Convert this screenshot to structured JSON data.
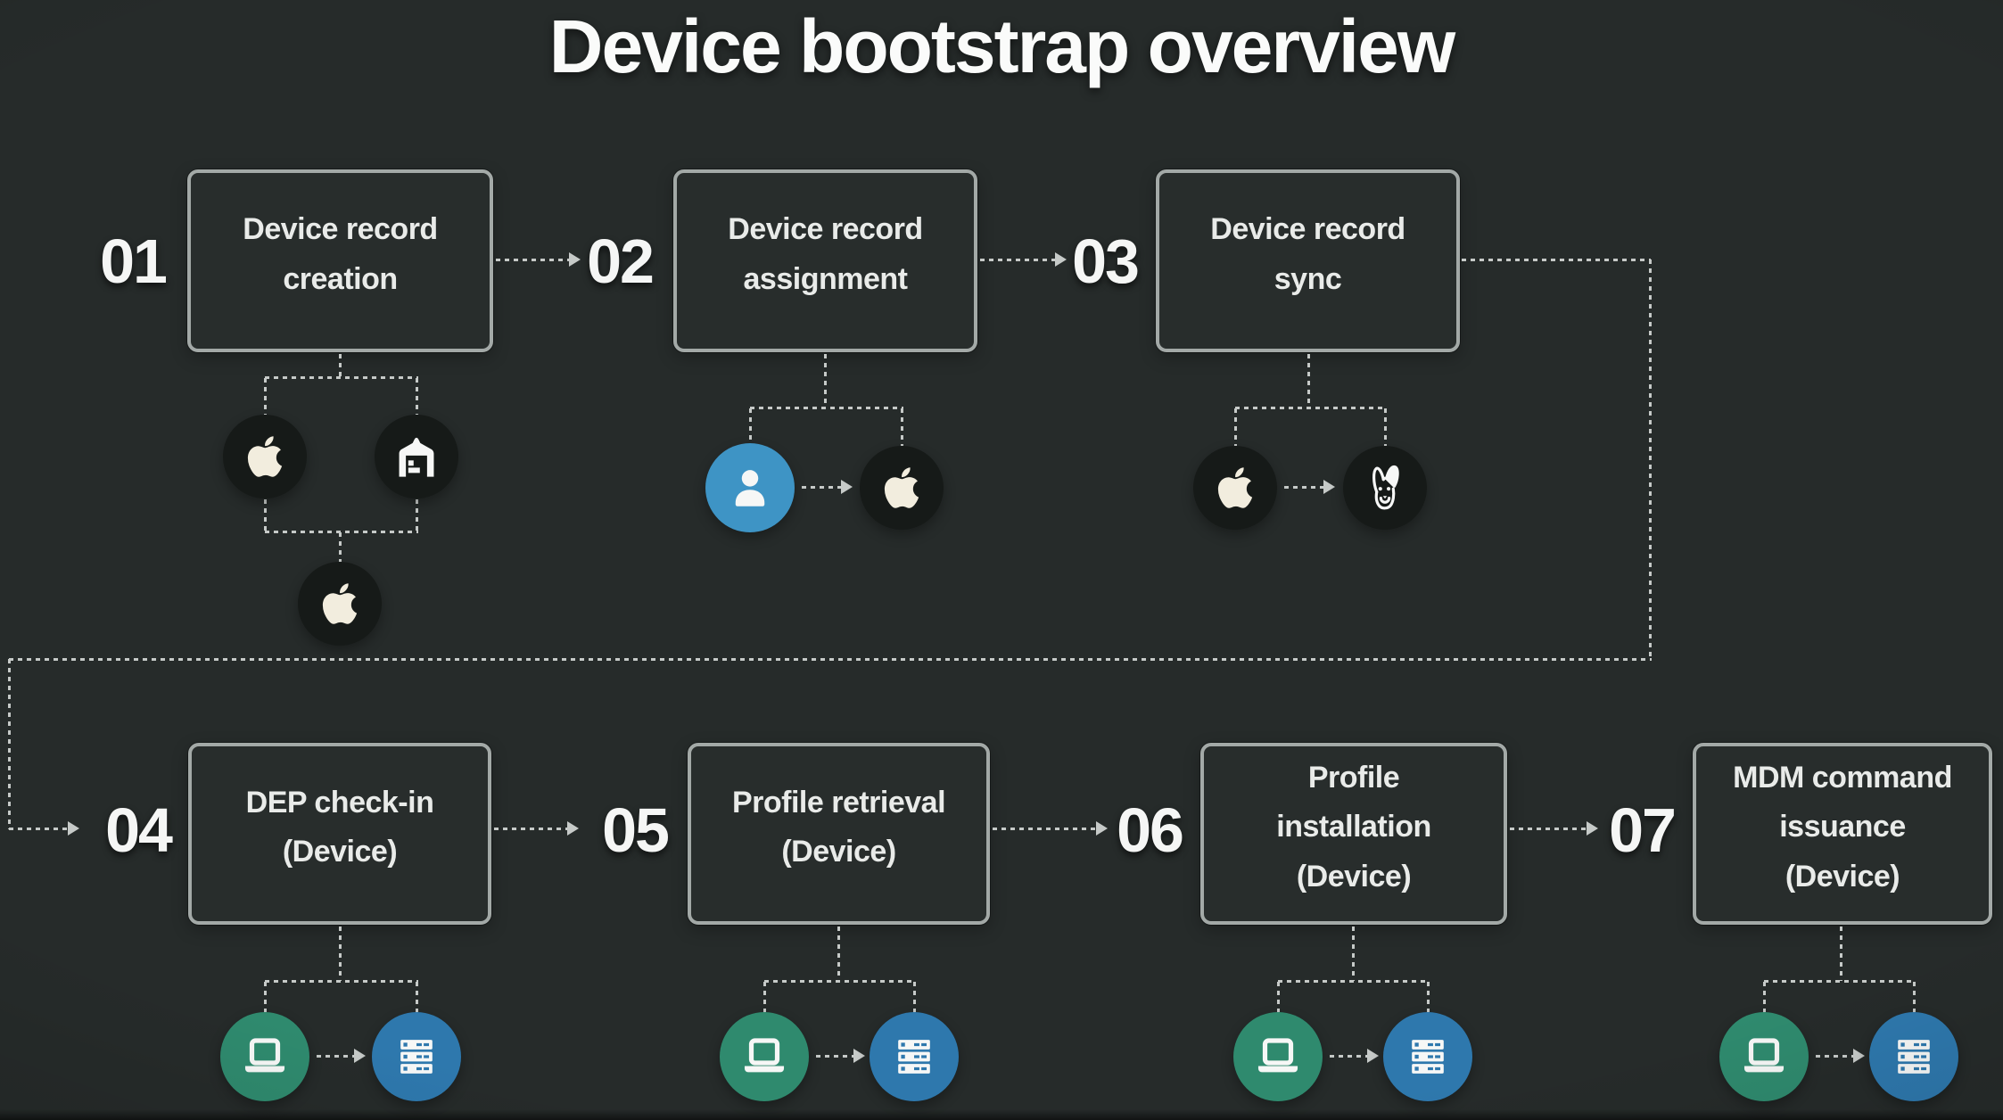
{
  "title": "Device bootstrap overview",
  "colors": {
    "background": "#262b2a",
    "box-border": "#a3a9a7",
    "box-bg": "#282d2c",
    "box-text": "#e9ebe9",
    "title-text": "#fafbfa",
    "number-text": "#f5f6f5",
    "line": "#c6cac8",
    "dark-circle": "#161a18",
    "apple-white": "#f2edde",
    "icon-white": "#f6f7f6",
    "user-circle": "#3e94c5",
    "laptop-circle": "#2f8a6e",
    "server-circle": "#2e78ad"
  },
  "steps": [
    {
      "number": "01",
      "label": "Device record\ncreation",
      "icons": [
        "apple-icon",
        "warehouse-icon",
        "apple-icon"
      ]
    },
    {
      "number": "02",
      "label": "Device record\nassignment",
      "icons": [
        "user-icon",
        "apple-icon"
      ]
    },
    {
      "number": "03",
      "label": "Device record\nsync",
      "icons": [
        "apple-icon",
        "micromdm-dog-icon"
      ]
    },
    {
      "number": "04",
      "label": "DEP check-in\n(Device)",
      "icons": [
        "laptop-icon",
        "server-icon"
      ]
    },
    {
      "number": "05",
      "label": "Profile retrieval\n(Device)",
      "icons": [
        "laptop-icon",
        "server-icon"
      ]
    },
    {
      "number": "06",
      "label": "Profile\ninstallation\n(Device)",
      "icons": [
        "laptop-icon",
        "server-icon"
      ]
    },
    {
      "number": "07",
      "label": "MDM command\nissuance\n(Device)",
      "icons": [
        "laptop-icon",
        "server-icon"
      ]
    }
  ]
}
